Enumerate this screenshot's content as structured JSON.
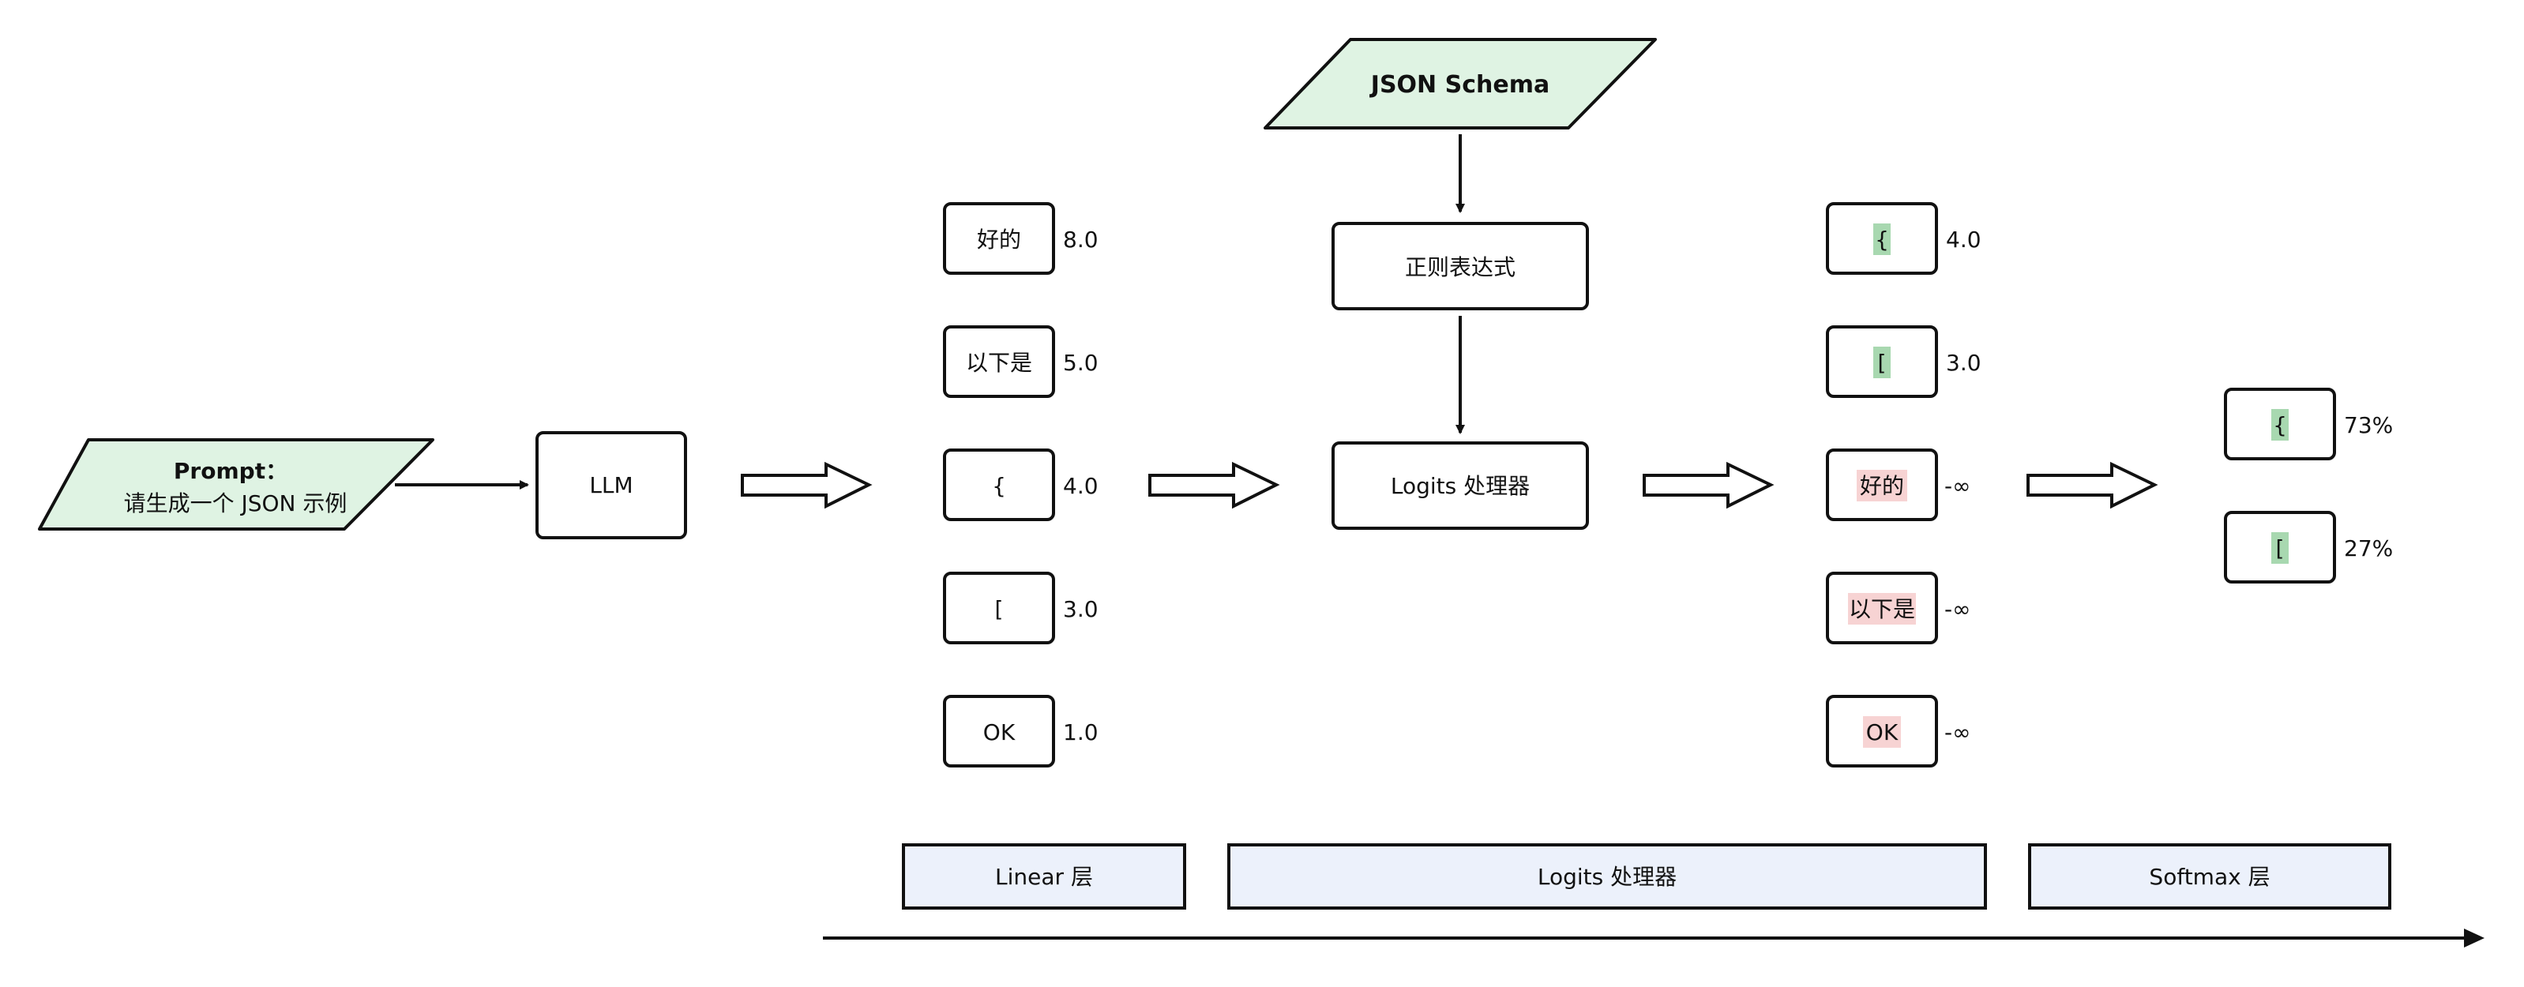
{
  "colors": {
    "input_fill": "#dff3e3",
    "stage_fill": "#ecf1fb",
    "allowed_highlight": "#a8d8b0",
    "blocked_highlight": "#f7d3d3",
    "stroke": "#111111"
  },
  "prompt": {
    "title": "Prompt：",
    "text": "请生成一个 JSON 示例"
  },
  "llm": {
    "label": "LLM"
  },
  "schema": {
    "label": "JSON Schema"
  },
  "regex": {
    "label": "正则表达式"
  },
  "processor": {
    "label": "Logits 处理器"
  },
  "linear_logits": [
    {
      "token": "好的",
      "value": "8.0"
    },
    {
      "token": "以下是",
      "value": "5.0"
    },
    {
      "token": "{",
      "value": "4.0"
    },
    {
      "token": "[",
      "value": "3.0"
    },
    {
      "token": "OK",
      "value": "1.0"
    }
  ],
  "processed_logits": [
    {
      "token": "{",
      "value": "4.0",
      "status": "allowed"
    },
    {
      "token": "[",
      "value": "3.0",
      "status": "allowed"
    },
    {
      "token": "好的",
      "value": "-∞",
      "status": "blocked"
    },
    {
      "token": "以下是",
      "value": "-∞",
      "status": "blocked"
    },
    {
      "token": "OK",
      "value": "-∞",
      "status": "blocked"
    }
  ],
  "softmax_probs": [
    {
      "token": "{",
      "value": "73%",
      "status": "allowed"
    },
    {
      "token": "[",
      "value": "27%",
      "status": "allowed"
    }
  ],
  "stages": [
    {
      "label": "Linear 层"
    },
    {
      "label": "Logits 处理器"
    },
    {
      "label": "Softmax 层"
    }
  ]
}
